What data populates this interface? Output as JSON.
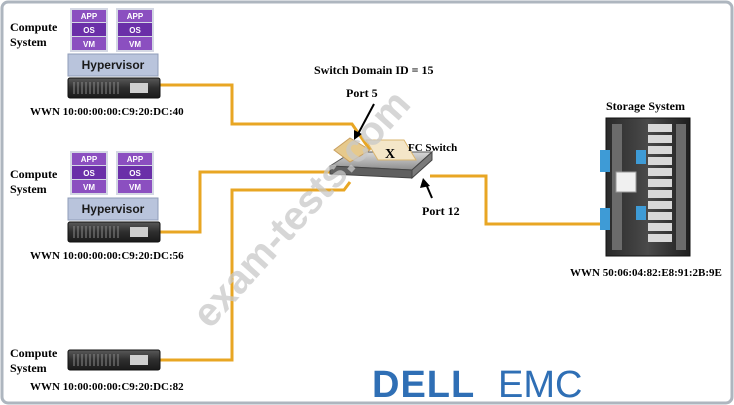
{
  "colors": {
    "cable": "#e8a623",
    "vm_top": "#8b4fc0",
    "vm_mid": "#6a2fa8",
    "hypervisor": "#b9c4dc",
    "frame": "#aeb6bf",
    "watermark": "#c8c8c8",
    "logo": "#2f6fb5"
  },
  "compute_system_1": {
    "label_line1": "Compute",
    "label_line2": "System",
    "vm_app": "APP",
    "vm_os": "OS",
    "vm_vm": "VM",
    "hypervisor": "Hypervisor",
    "wwn": "WWN 10:00:00:00:C9:20:DC:40"
  },
  "compute_system_2": {
    "label_line1": "Compute",
    "label_line2": "System",
    "vm_app": "APP",
    "vm_os": "OS",
    "vm_vm": "VM",
    "hypervisor": "Hypervisor",
    "wwn": "WWN 10:00:00:00:C9:20:DC:56"
  },
  "compute_system_3": {
    "label_line1": "Compute",
    "label_line2": "System",
    "wwn": "WWN 10:00:00:00:C9:20:DC:82"
  },
  "switch": {
    "domain_label": "Switch Domain ID = 15",
    "name": "FC Switch",
    "marker": "X",
    "port5": "Port 5",
    "port12": "Port 12"
  },
  "storage": {
    "title": "Storage System",
    "wwn": "WWN 50:06:04:82:E8:91:2B:9E"
  },
  "watermark": "exam-tests.com",
  "logo": {
    "part1": "DELL",
    "part2": "EMC"
  }
}
